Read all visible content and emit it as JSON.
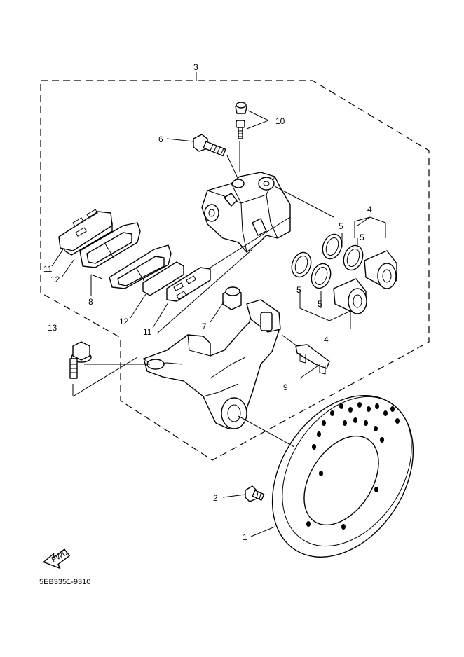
{
  "callouts": {
    "c1": "1",
    "c2": "2",
    "c3": "3",
    "c4_top": "4",
    "c4_bottom": "4",
    "c5_a": "5",
    "c5_b": "5",
    "c5_c": "5",
    "c5_d": "5",
    "c6": "6",
    "c7": "7",
    "c8": "8",
    "c9": "9",
    "c10": "10",
    "c11_left": "11",
    "c11_right": "11",
    "c12_left": "12",
    "c12_right": "12",
    "c13": "13"
  },
  "fwd_label": "FWD",
  "diagram_code": "5EB3351-9310"
}
